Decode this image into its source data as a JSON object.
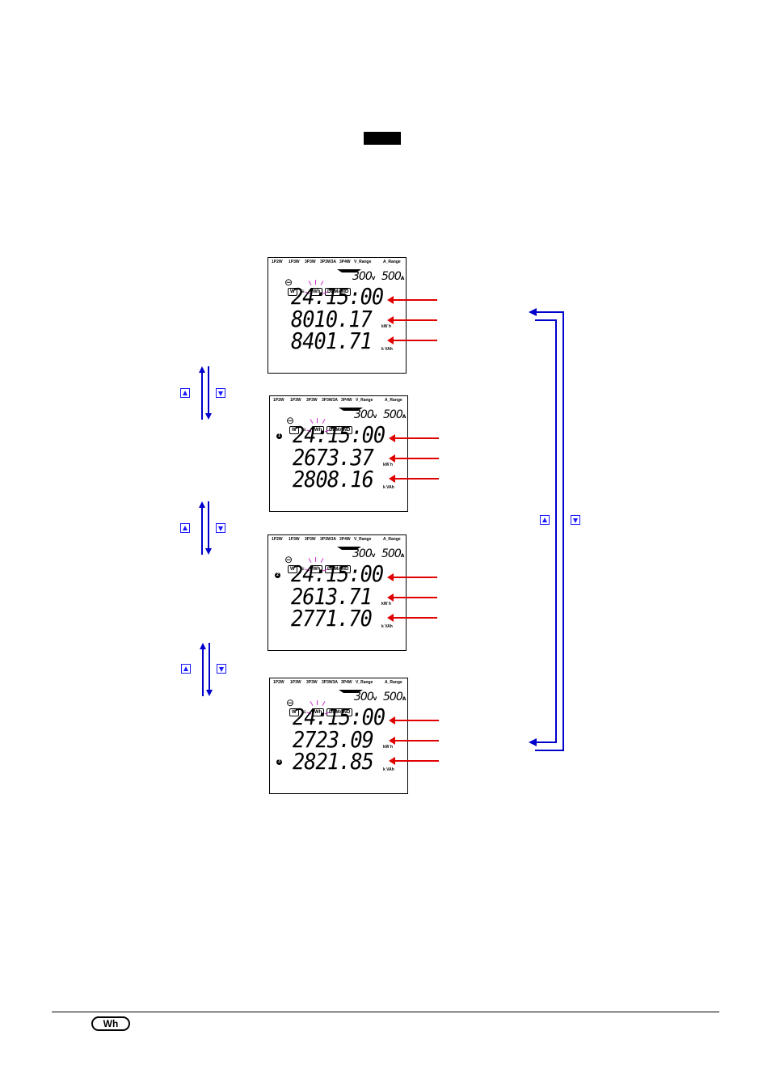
{
  "mode_labels": [
    "1P2W",
    "1P3W",
    "3P3W",
    "3P3W3A",
    "3P4W",
    "V_Range",
    "A_Range"
  ],
  "range_v": "300",
  "range_v_unit": "V",
  "range_a": "500",
  "range_a_unit": "A",
  "tag_w": "W",
  "tag_wh": "Wh",
  "tag_demand": "DEMAND",
  "unit_kwh": "kW   h",
  "unit_kvah": "k   VAh",
  "panels": [
    {
      "marker": "",
      "time": "24:15:00",
      "wh": "8010.17",
      "vah": "8401.71"
    },
    {
      "marker": "1",
      "time": "24:15:00",
      "wh": "2673.37",
      "vah": "2808.16"
    },
    {
      "marker": "2",
      "time": "24:15:00",
      "wh": "2613.71",
      "vah": "2771.70"
    },
    {
      "marker": "3",
      "time": "24:15:00",
      "wh": "2723.09",
      "vah": "2821.85"
    }
  ],
  "footer_button": "Wh",
  "colors": {
    "red_arrow": "#e00000",
    "blue_arrow": "#0000cc",
    "sparkle": "#cc33cc"
  }
}
